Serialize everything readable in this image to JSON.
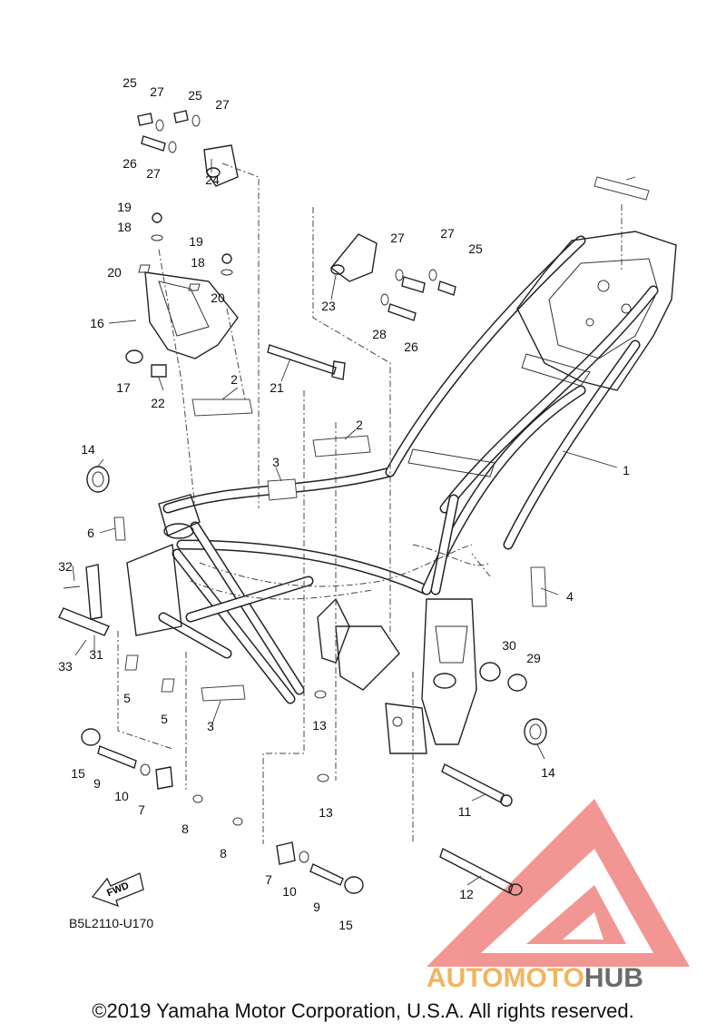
{
  "diagram": {
    "callouts": [
      "1",
      "2",
      "2",
      "3",
      "3",
      "4",
      "5",
      "5",
      "6",
      "7",
      "7",
      "8",
      "8",
      "9",
      "9",
      "10",
      "10",
      "11",
      "12",
      "13",
      "13",
      "14",
      "14",
      "15",
      "15",
      "16",
      "17",
      "18",
      "18",
      "19",
      "19",
      "20",
      "20",
      "21",
      "22",
      "23",
      "24",
      "25",
      "25",
      "25",
      "26",
      "26",
      "27",
      "27",
      "27",
      "27",
      "27",
      "28",
      "29",
      "30",
      "31",
      "32",
      "33"
    ],
    "fwd_label": "FWD",
    "drawing_code": "B5L2110-U170"
  },
  "watermark": {
    "text_orange": "AUTOMOTO",
    "text_grey": "HUB",
    "color_red": "#e8413c",
    "color_orange": "#f0a23a",
    "color_grey": "#6b6b6b"
  },
  "footer": {
    "copyright": "©2019 Yamaha Motor Corporation, U.S.A. All rights reserved."
  }
}
